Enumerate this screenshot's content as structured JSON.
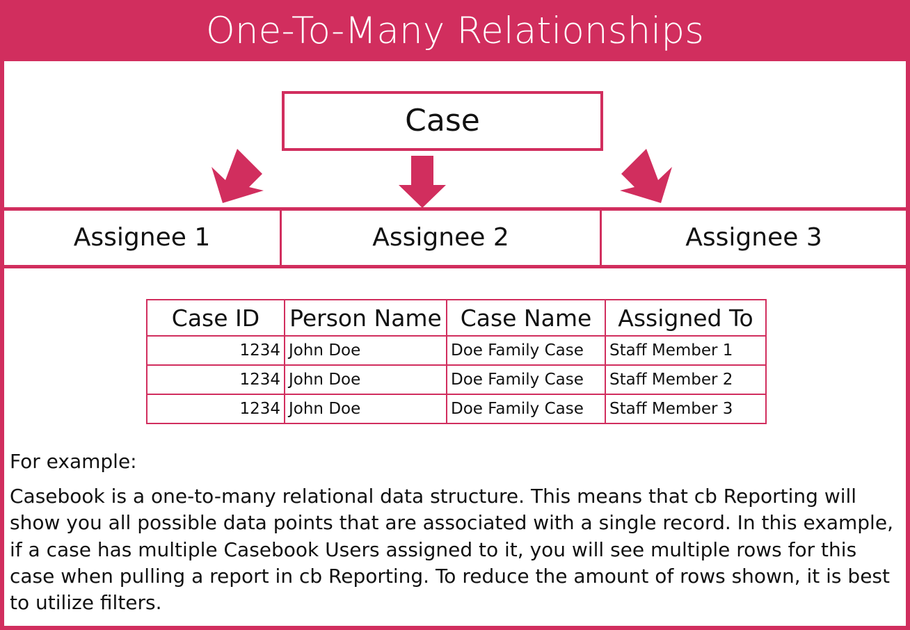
{
  "title": "One-To-Many Relationships",
  "colors": {
    "brand": "#d12e5e",
    "text": "#111111",
    "background": "#ffffff"
  },
  "entity": {
    "label": "Case"
  },
  "arrows": [
    {
      "name": "arrow-down-left",
      "direction": "down-left"
    },
    {
      "name": "arrow-down",
      "direction": "down"
    },
    {
      "name": "arrow-down-right",
      "direction": "down-right"
    }
  ],
  "assignees": [
    {
      "label": "Assignee 1"
    },
    {
      "label": "Assignee 2"
    },
    {
      "label": "Assignee 3"
    }
  ],
  "table": {
    "headers": [
      "Case ID",
      "Person Name",
      "Case Name",
      "Assigned To"
    ],
    "rows": [
      {
        "case_id": "1234",
        "person_name": "John Doe",
        "case_name": "Doe Family Case",
        "assigned_to": "Staff Member 1"
      },
      {
        "case_id": "1234",
        "person_name": "John Doe",
        "case_name": "Doe Family Case",
        "assigned_to": "Staff Member 2"
      },
      {
        "case_id": "1234",
        "person_name": "John Doe",
        "case_name": "Doe Family Case",
        "assigned_to": "Staff Member 3"
      }
    ]
  },
  "footer": {
    "lead": "For example:",
    "body": "Casebook is a one-to-many relational data structure. This means that cb Reporting will show you all possible data points that are associated with a single record. In this example, if a case has multiple Casebook Users assigned to it, you will see multiple rows for this case when pulling a report in cb Reporting. To reduce the amount of rows shown, it is best to utilize filters."
  }
}
